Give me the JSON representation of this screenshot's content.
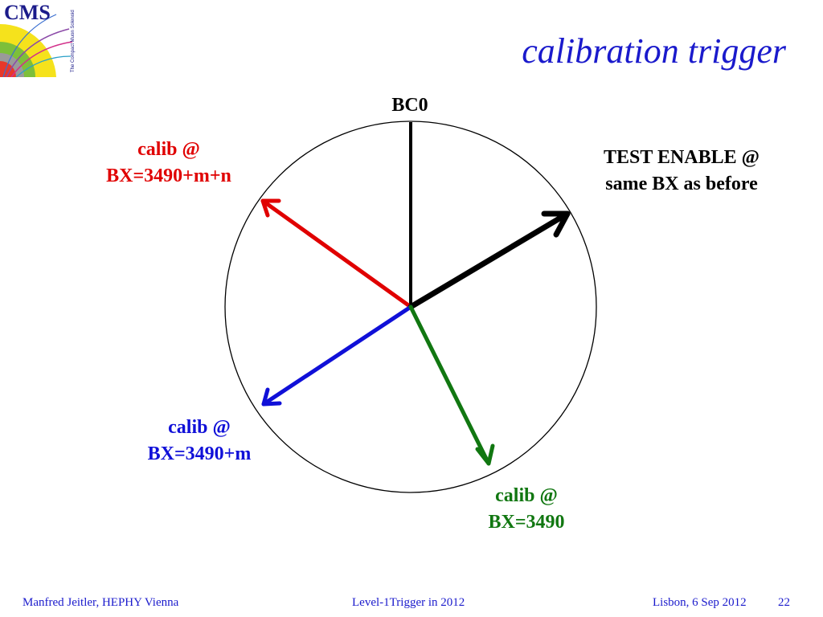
{
  "logo": {
    "text": "CMS",
    "tagline": "The Compact Muon Solenoid"
  },
  "title": "calibration trigger",
  "labels": {
    "bc0": "BC0",
    "red": {
      "line1": "calib @",
      "line2": "BX=3490+m+n"
    },
    "test": {
      "line1": "TEST ENABLE @",
      "line2": "same BX as before"
    },
    "blue": {
      "line1": "calib @",
      "line2": "BX=3490+m"
    },
    "green": {
      "line1": "calib @",
      "line2": "BX=3490"
    }
  },
  "colors": {
    "title": "#1a1acc",
    "red": "#e00000",
    "blue": "#1010d8",
    "green": "#117711",
    "black": "#000000"
  },
  "footer": {
    "author": "Manfred Jeitler, HEPHY Vienna",
    "talk": "Level-1Trigger in 2012",
    "venue": "Lisbon, 6 Sep 2012",
    "page": "22"
  }
}
